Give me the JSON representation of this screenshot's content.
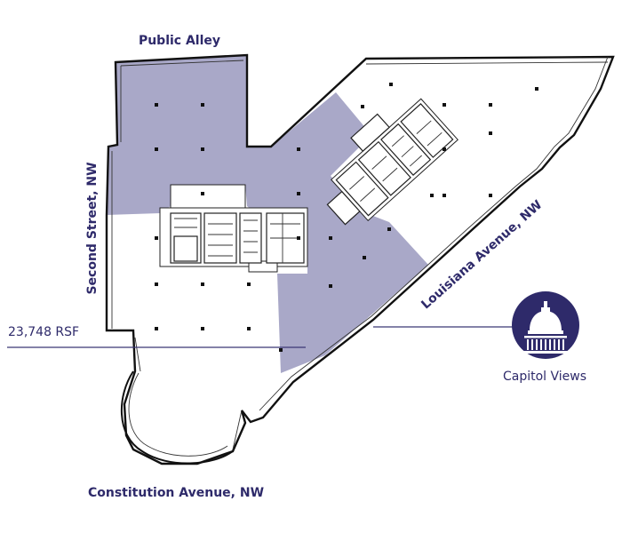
{
  "labels": {
    "north_street": "Public Alley",
    "west_street": "Second Street, NW",
    "diagonal_street": "Louisiana Avenue, NW",
    "south_street": "Constitution Avenue, NW",
    "area": "23,748 RSF",
    "view_callout": "Capitol Views"
  },
  "icons": {
    "view_callout_icon": "capitol-dome-icon"
  },
  "colors": {
    "highlight": "#a9a8c8",
    "accent": "#2e2a6a",
    "wall": "#111111",
    "leader_line": "#3b3774"
  }
}
